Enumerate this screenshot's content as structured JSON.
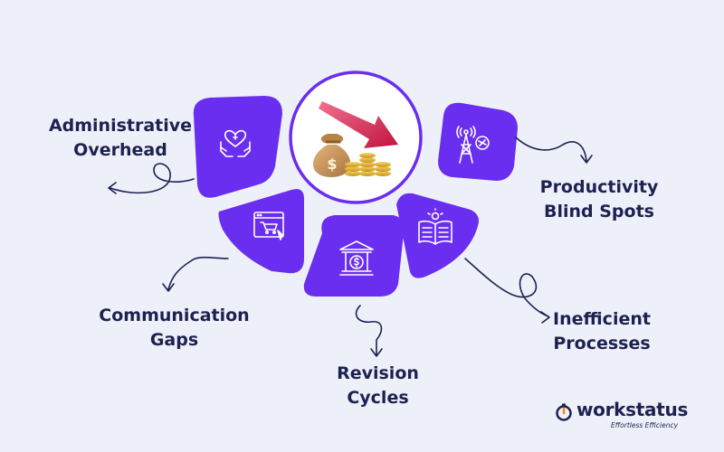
{
  "diagram": {
    "segments": [
      {
        "label_lines": [
          "Administrative",
          "Overhead"
        ],
        "icon": "heart-care-hands-icon"
      },
      {
        "label_lines": [
          "Communication",
          "Gaps"
        ],
        "icon": "browser-cart-icon"
      },
      {
        "label_lines": [
          "Revision",
          "Cycles"
        ],
        "icon": "bank-dollar-icon"
      },
      {
        "label_lines": [
          "Inefficient",
          "Processes"
        ],
        "icon": "open-book-idea-icon"
      },
      {
        "label_lines": [
          "Productivity",
          "Blind Spots"
        ],
        "icon": "signal-tower-icon"
      }
    ],
    "center_icon": "money-bag-falling-arrow-icon"
  },
  "brand": {
    "name": "workstatus",
    "tagline": "Effortless Efficiency"
  },
  "colors": {
    "background": "#eef0f9",
    "segment": "#6a2ef0",
    "text": "#1d2150",
    "center_ring": "#6a2ef0",
    "coin": "#e6b43a",
    "arrow": "#d8235a",
    "bag": "#c89455"
  }
}
